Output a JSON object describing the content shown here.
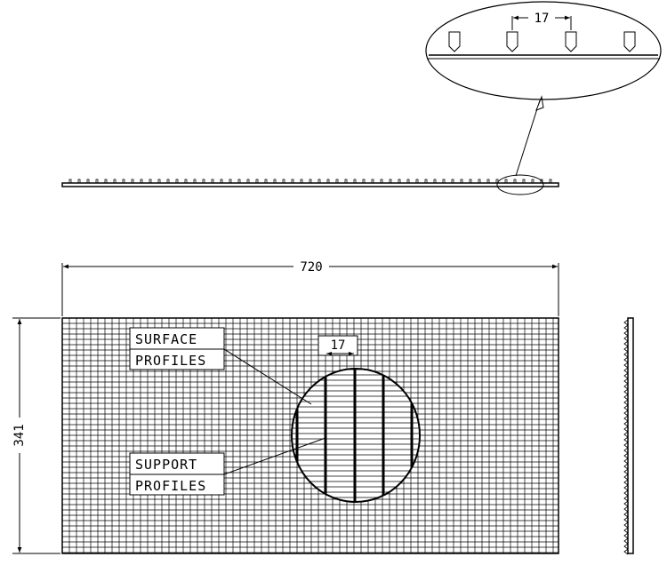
{
  "dimensions": {
    "width": "720",
    "height": "341",
    "detail_pitch_top": "17",
    "detail_pitch_front": "17"
  },
  "labels": {
    "surface_line1": "SURFACE",
    "surface_line2": "PROFILES",
    "support_line1": "SUPPORT",
    "support_line2": "PROFILES"
  },
  "colors": {
    "line": "#000000",
    "background": "#ffffff"
  }
}
